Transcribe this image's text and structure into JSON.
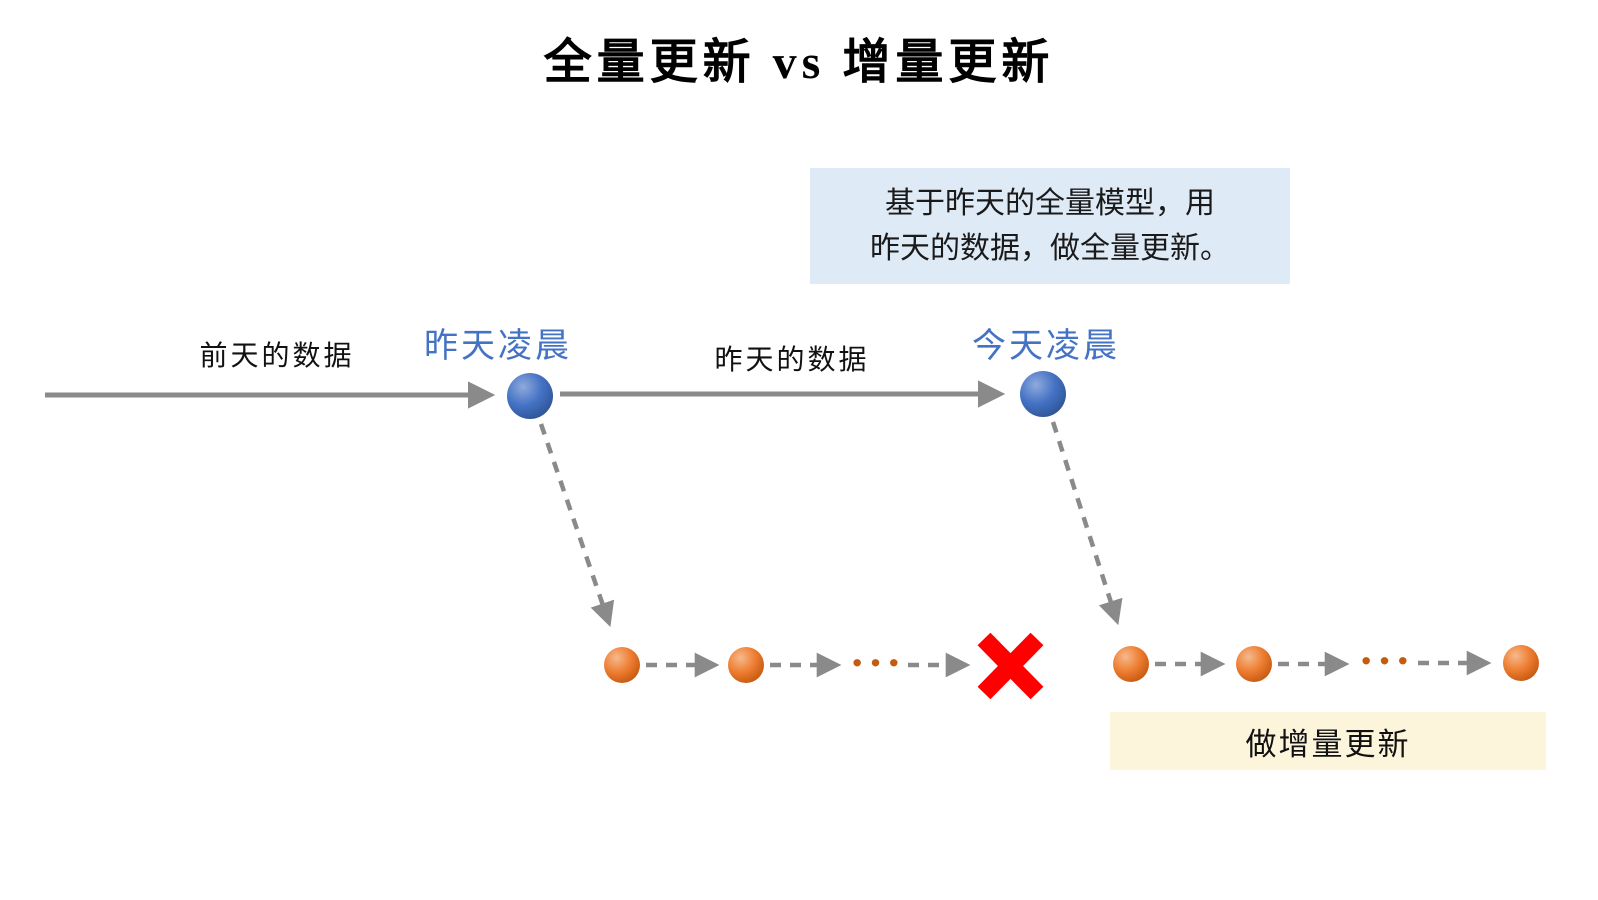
{
  "title": "全量更新 vs 增量更新",
  "note_box": {
    "line1": "基于昨天的全量模型，用",
    "line2": "昨天的数据，做全量更新。"
  },
  "timeline": {
    "segment1_label": "前天的数据",
    "node1_label": "昨天凌晨",
    "segment2_label": "昨天的数据",
    "node2_label": "今天凌晨"
  },
  "bottom": {
    "ellipsis_left": "···",
    "ellipsis_right": "···",
    "incremental_label": "做增量更新"
  },
  "colors": {
    "node_blue": "#4472C4",
    "node_orange": "#ED7D31",
    "arrow_gray": "#8A8A8A",
    "note_box_bg": "#DEEBF7",
    "incremental_box_bg": "#FCF5DC",
    "cross_red": "#FF0000",
    "label_blue": "#4472C4"
  }
}
